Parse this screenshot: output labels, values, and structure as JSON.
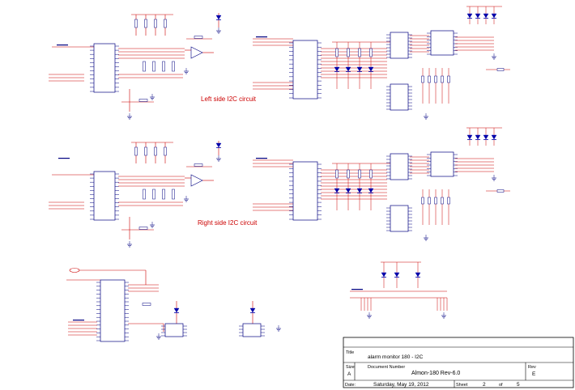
{
  "colors": {
    "wire": "#cc0000",
    "component": "#000080",
    "diode": "#0000aa",
    "frame": "#000000",
    "label": "#cc0000"
  },
  "sections": {
    "left": {
      "label": "Left side I2C circuit"
    },
    "right": {
      "label": "Right side I2C circuit"
    }
  },
  "title_block": {
    "title_caption": "Title",
    "title_value": "alarm monitor 180 - I2C",
    "size_caption": "Size",
    "size_value": "A",
    "docnum_caption": "Document Number",
    "docnum_value": "Almon-180 Rev-6.0",
    "rev_caption": "Rev",
    "rev_value": "E",
    "date_caption": "Date:",
    "date_value": "Saturday, May 19, 2012",
    "sheet_caption": "Sheet",
    "sheet_value": "2",
    "of_caption": "of",
    "total_value": "5"
  }
}
